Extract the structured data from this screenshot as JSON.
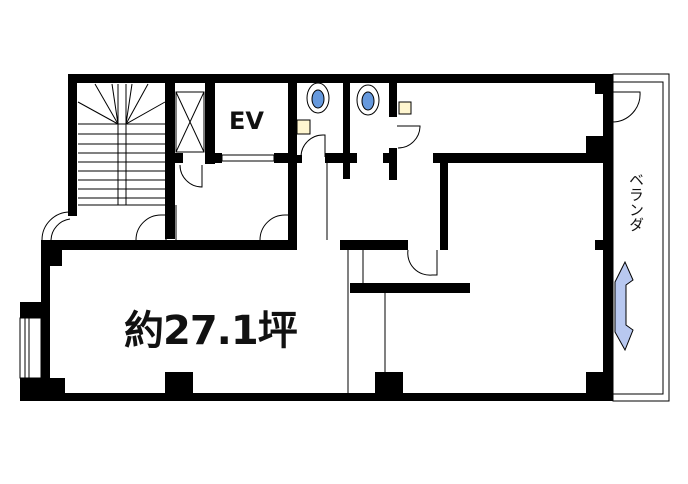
{
  "floor_plan": {
    "area_label": "約27.1坪",
    "elevator_label": "EV",
    "veranda_label": "ベランダ"
  },
  "colors": {
    "wall": "#000000",
    "toilet_water": "#6699dd",
    "window_glass": "#b8c8f0",
    "fixture": "#fff6d0"
  }
}
